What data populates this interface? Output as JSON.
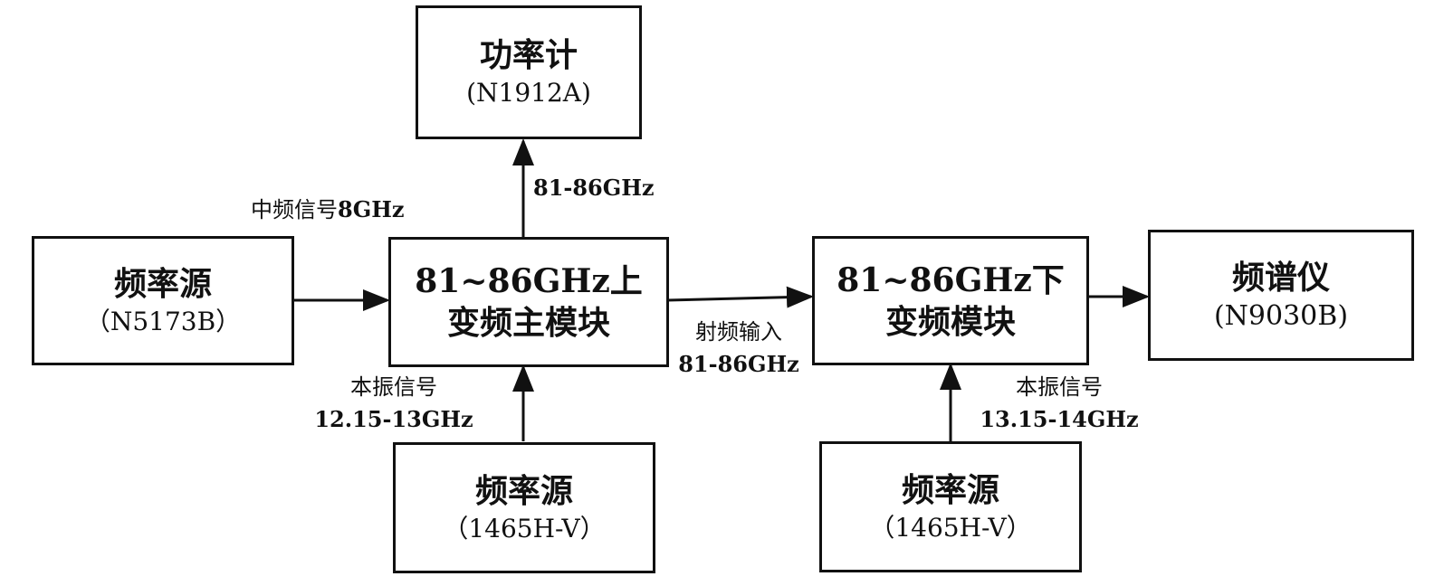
{
  "boxes": {
    "power_meter": {
      "title": "功率计",
      "model": "(N1912A)"
    },
    "freq_source_left": {
      "title": "频率源",
      "model": "（N5173B）"
    },
    "upconverter": {
      "line1": "81~86GHz上",
      "line2": "变频主模块"
    },
    "downconverter": {
      "line1": "81~86GHz下",
      "line2": "变频模块"
    },
    "spectrum_analyzer": {
      "title": "频谱仪",
      "model": "(N9030B)"
    },
    "freq_source_bottom_left": {
      "title": "频率源",
      "model": "（1465H-V）"
    },
    "freq_source_bottom_right": {
      "title": "频率源",
      "model": "（1465H-V）"
    }
  },
  "labels": {
    "if_signal": {
      "text": "中频信号",
      "value": "8GHz"
    },
    "up_output": {
      "value": "81-86GHz"
    },
    "rf_input": {
      "text": "射频输入",
      "value": "81-86GHz"
    },
    "lo_left": {
      "text": "本振信号",
      "value": "12.15-13GHz"
    },
    "lo_right": {
      "text": "本振信号",
      "value": "13.15-14GHz"
    }
  }
}
